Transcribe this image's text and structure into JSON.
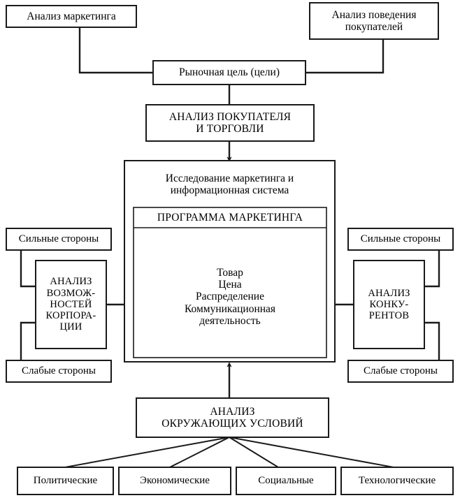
{
  "diagram": {
    "title": "Схема маркетингового анализа",
    "language": "ru",
    "stroke_color": "#1a1a1a",
    "fill_color": "#ffffff",
    "nodes": {
      "marketing_analysis": "Анализ маркетинга",
      "buyer_behavior_analysis": "Анализ поведения\nпокупателей",
      "market_goal": "Рыночная цель (цели)",
      "buyer_trade_analysis": "АНАЛИЗ ПОКУПАТЕЛЯ\nИ ТОРГОВЛИ",
      "research_system": "Исследование маркетинга и\nинформационная система",
      "marketing_program_title": "ПРОГРАММА МАРКЕТИНГА",
      "marketing_program_items": "Товар\nЦена\nРаспределение\nКоммуникационная\nдеятельность",
      "left_strengths": "Сильные стороны",
      "left_weaknesses": "Слабые стороны",
      "corporation_capabilities": "АНАЛИЗ\nВОЗМОЖ-\nНОСТЕЙ\nКОРПОРА-\nЦИИ",
      "right_strengths": "Сильные стороны",
      "right_weaknesses": "Слабые стороны",
      "competitor_analysis": "АНАЛИЗ\nКОНКУ-\nРЕНТОВ",
      "environment_analysis": "АНАЛИЗ\nОКРУЖАЮЩИХ УСЛОВИЙ",
      "env_political": "Политические",
      "env_economic": "Экономические",
      "env_social": "Социальные",
      "env_technological": "Технологические"
    }
  }
}
